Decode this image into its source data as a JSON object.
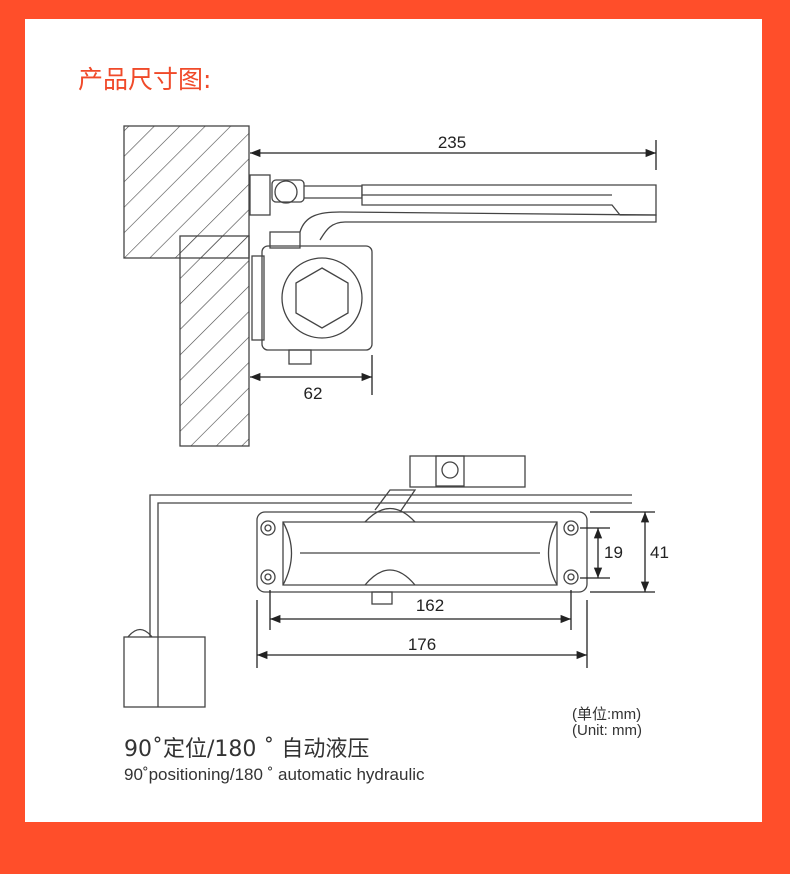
{
  "title": "产品尺寸图:",
  "dimensions": {
    "arm_length": "235",
    "body_depth": "62",
    "hole_spacing": "162",
    "body_length": "176",
    "hole_vertical": "19",
    "body_height": "41"
  },
  "unit": {
    "cn": "(单位:mm)",
    "en": "(Unit: mm)"
  },
  "caption": {
    "cn": "90˚定位/180 ˚ 自动液压",
    "en": "90˚positioning/180 ˚ automatic hydraulic"
  },
  "colors": {
    "frame": "#ff4e2a",
    "title": "#f04a2a"
  }
}
